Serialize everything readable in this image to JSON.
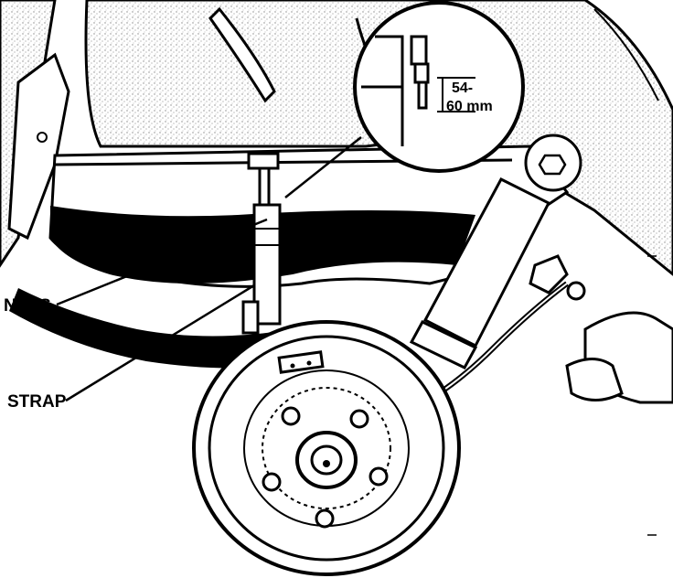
{
  "figure": {
    "labels": {
      "nuts": "NUTS",
      "strap": "STRAP"
    },
    "inset": {
      "dimension_line1": "54-",
      "dimension_line2": "60 mm"
    }
  },
  "colors": {
    "ink": "#000000",
    "paper": "#ffffff",
    "stipple": "#9a9a9a"
  },
  "icons": [
    "wheel-drum",
    "shock-absorber",
    "jack-stand",
    "brake-cable",
    "detail-inset"
  ]
}
